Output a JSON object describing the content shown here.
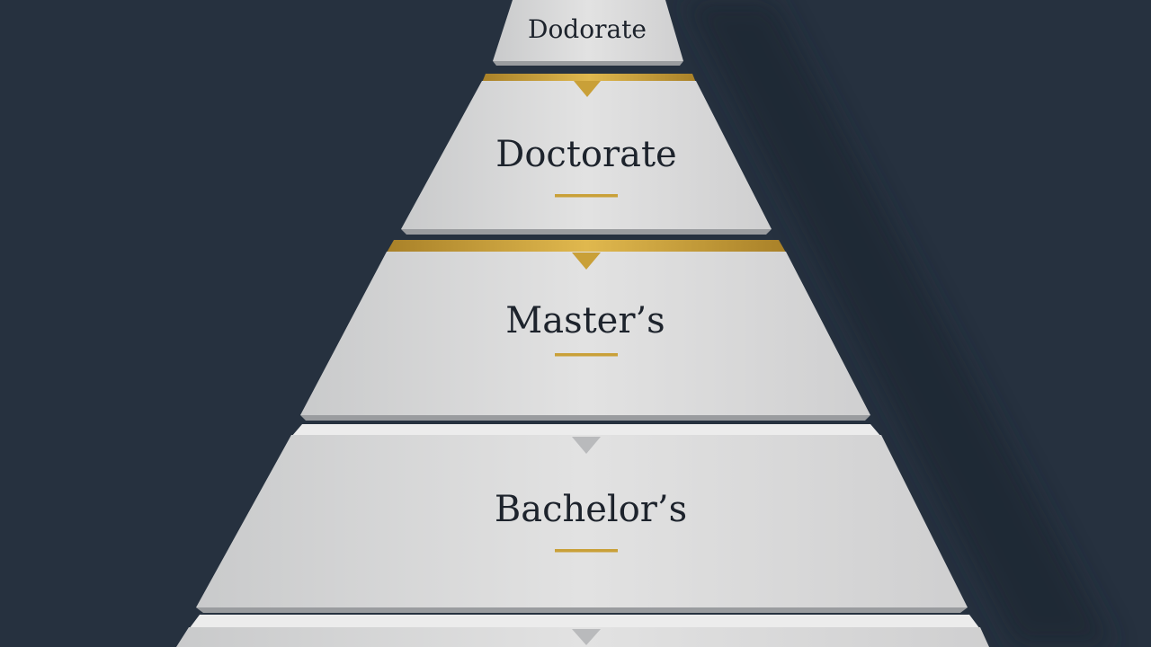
{
  "pyramid": {
    "levels": [
      {
        "label": "Dodorate"
      },
      {
        "label": "Doctorate"
      },
      {
        "label": "Master’s"
      },
      {
        "label": "Bachelor’s"
      },
      {
        "label": ""
      }
    ]
  },
  "colors": {
    "background": "#26313f",
    "tier_face": "#dcdcdc",
    "tier_top_rim": "#eeeeee",
    "tier_shadow": "#1a222c",
    "accent_gold": "#c9a038",
    "label_text": "#1d232c"
  }
}
